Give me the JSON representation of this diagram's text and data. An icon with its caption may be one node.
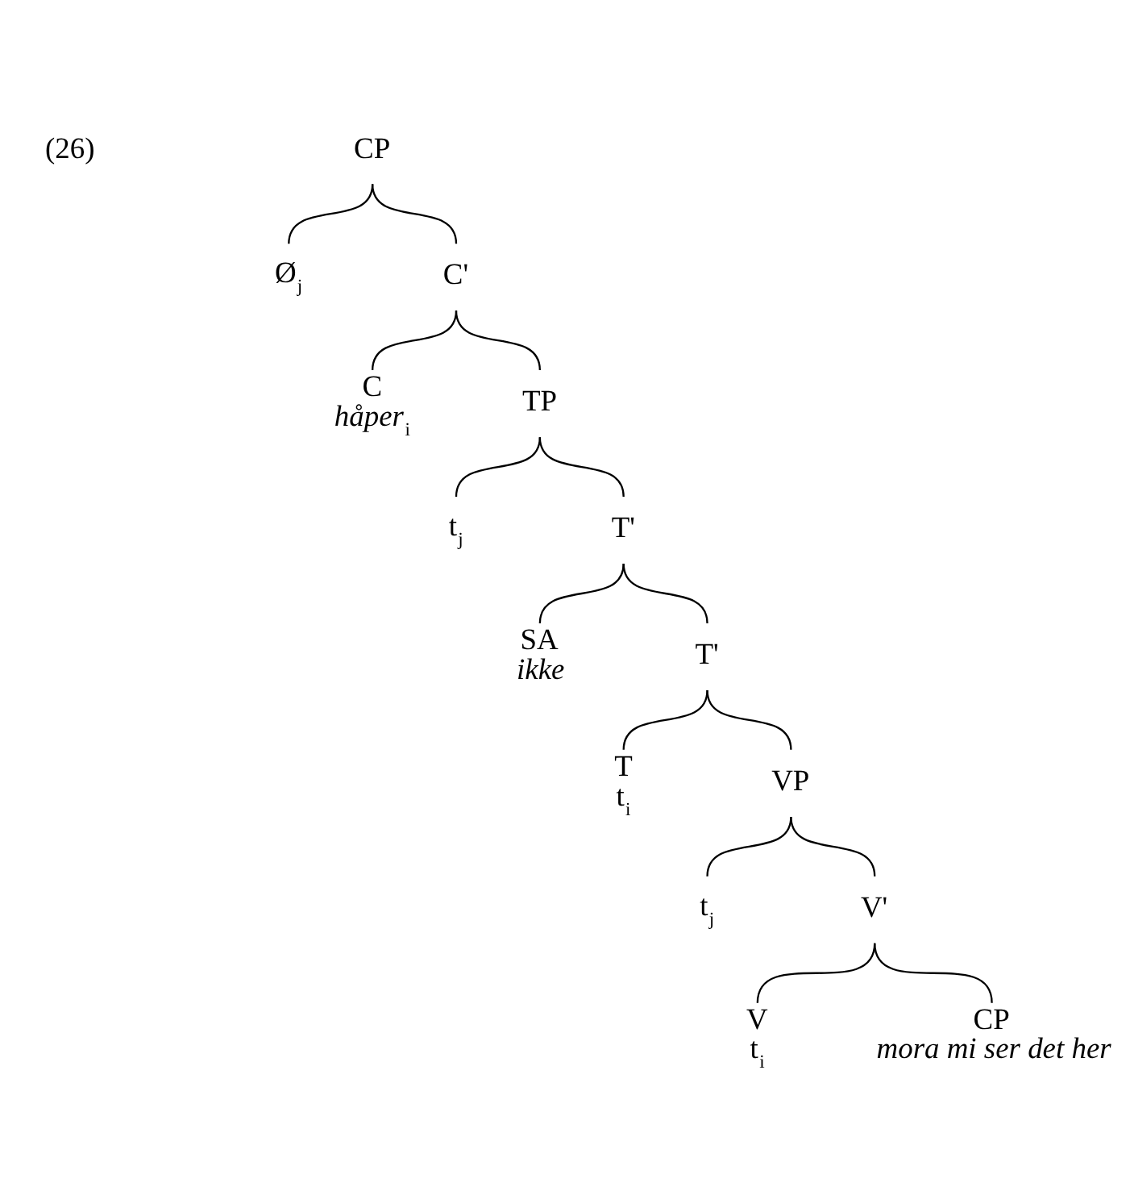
{
  "diagram": {
    "nodes": [
      {
        "text": [
          "CP"
        ]
      },
      {
        "text": [
          "Ø$_{j}$"
        ]
      },
      {
        "text": [
          "C'"
        ]
      },
      {
        "text": [
          "C",
          "*håper*$_{i}$"
        ]
      },
      {
        "text": [
          "TP"
        ]
      },
      {
        "text": [
          "t$_{j}$"
        ]
      },
      {
        "text": [
          "T'"
        ]
      },
      {
        "text": [
          "SA",
          "*ikke*"
        ]
      },
      {
        "text": [
          "T'"
        ]
      },
      {
        "text": [
          "T",
          "t$_{i}$"
        ]
      },
      {
        "text": [
          "VP"
        ]
      },
      {
        "text": [
          "t$_{j}$"
        ]
      },
      {
        "text": [
          "V'"
        ]
      },
      {
        "text": [
          "V",
          "t$_{i}$"
        ]
      },
      {
        "text": [
          "CP",
          "*mora mi ser det her*"
        ]
      }
    ],
    "edges": [
      {
        "from": 0,
        "to": 1,
        "arrow": "none"
      },
      {
        "from": 0,
        "to": 2,
        "arrow": "none"
      },
      {
        "from": 2,
        "to": 3,
        "arrow": "none"
      },
      {
        "from": 2,
        "to": 4,
        "arrow": "none"
      },
      {
        "from": 4,
        "to": 5,
        "arrow": "none"
      },
      {
        "from": 4,
        "to": 6,
        "arrow": "none"
      },
      {
        "from": 6,
        "to": 7,
        "arrow": "none"
      },
      {
        "from": 6,
        "to": 8,
        "arrow": "none"
      },
      {
        "from": 8,
        "to": 9,
        "arrow": "none"
      },
      {
        "from": 8,
        "to": 10,
        "arrow": "none"
      },
      {
        "from": 10,
        "to": 11,
        "arrow": "none"
      },
      {
        "from": 10,
        "to": 12,
        "arrow": "none"
      },
      {
        "from": 12,
        "to": 13,
        "arrow": "none"
      },
      {
        "from": 12,
        "to": 14,
        "arrow": "none"
      }
    ],
    "labels": [
      "(26)"
    ]
  }
}
